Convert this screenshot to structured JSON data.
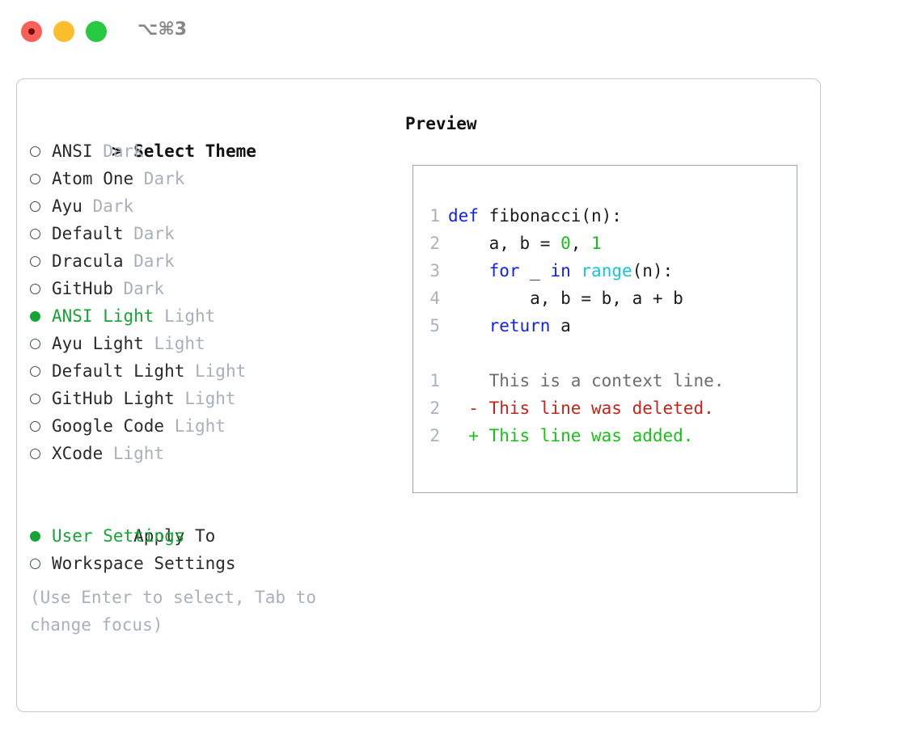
{
  "window": {
    "title": "⌥⌘3",
    "buttons": [
      "close",
      "minimize",
      "maximize"
    ]
  },
  "theme_panel": {
    "header": "Select Theme",
    "prompt": "> ",
    "items": [
      {
        "name": "ANSI",
        "kind": "Dark",
        "selected": false
      },
      {
        "name": "Atom One",
        "kind": "Dark",
        "selected": false
      },
      {
        "name": "Ayu",
        "kind": "Dark",
        "selected": false
      },
      {
        "name": "Default",
        "kind": "Dark",
        "selected": false
      },
      {
        "name": "Dracula",
        "kind": "Dark",
        "selected": false
      },
      {
        "name": "GitHub",
        "kind": "Dark",
        "selected": false
      },
      {
        "name": "ANSI Light",
        "kind": "Light",
        "selected": true
      },
      {
        "name": "Ayu Light",
        "kind": "Light",
        "selected": false
      },
      {
        "name": "Default Light",
        "kind": "Light",
        "selected": false
      },
      {
        "name": "GitHub Light",
        "kind": "Light",
        "selected": false
      },
      {
        "name": "Google Code",
        "kind": "Light",
        "selected": false
      },
      {
        "name": "XCode",
        "kind": "Light",
        "selected": false
      }
    ],
    "apply_to": {
      "label": "Apply To",
      "options": [
        {
          "name": "User Settings",
          "selected": true
        },
        {
          "name": "Workspace Settings",
          "selected": false
        }
      ]
    },
    "hint": "(Use Enter to select, Tab to change focus)"
  },
  "preview": {
    "title": "Preview",
    "code_lines": [
      {
        "no": "1",
        "tokens": [
          {
            "t": "def",
            "c": "kw"
          },
          {
            "t": " fibonacci(n):",
            "c": "plain"
          }
        ]
      },
      {
        "no": "2",
        "tokens": [
          {
            "t": "    a, b = ",
            "c": "plain"
          },
          {
            "t": "0",
            "c": "num"
          },
          {
            "t": ", ",
            "c": "plain"
          },
          {
            "t": "1",
            "c": "num"
          }
        ]
      },
      {
        "no": "3",
        "tokens": [
          {
            "t": "    ",
            "c": "plain"
          },
          {
            "t": "for",
            "c": "kw"
          },
          {
            "t": " _ ",
            "c": "plain"
          },
          {
            "t": "in",
            "c": "kw"
          },
          {
            "t": " ",
            "c": "plain"
          },
          {
            "t": "range",
            "c": "fn"
          },
          {
            "t": "(n):",
            "c": "plain"
          }
        ]
      },
      {
        "no": "4",
        "tokens": [
          {
            "t": "        a, b = b, a + b",
            "c": "plain"
          }
        ]
      },
      {
        "no": "5",
        "tokens": [
          {
            "t": "    ",
            "c": "plain"
          },
          {
            "t": "return",
            "c": "kw"
          },
          {
            "t": " a",
            "c": "plain"
          }
        ]
      }
    ],
    "diff_lines": [
      {
        "no": "1",
        "marker": "  ",
        "text": "This is a context line.",
        "cls": "diff-ctx"
      },
      {
        "no": "2",
        "marker": "- ",
        "text": "This line was deleted.",
        "cls": "diff-del"
      },
      {
        "no": "2",
        "marker": "+ ",
        "text": "This line was added.",
        "cls": "diff-add"
      }
    ]
  },
  "colors": {
    "accent_green": "#16a534",
    "muted": "#a8b0bb",
    "keyword_blue": "#1122ee",
    "function_cyan": "#16c5d6",
    "number_green": "#16c216",
    "diff_delete_red": "#c4241a",
    "diff_add_green": "#16c216",
    "border": "#c3c8d0",
    "preview_border": "#9aa5b4",
    "close": "#fb5f57",
    "minimize": "#fcbd2e",
    "maximize": "#26c940"
  }
}
